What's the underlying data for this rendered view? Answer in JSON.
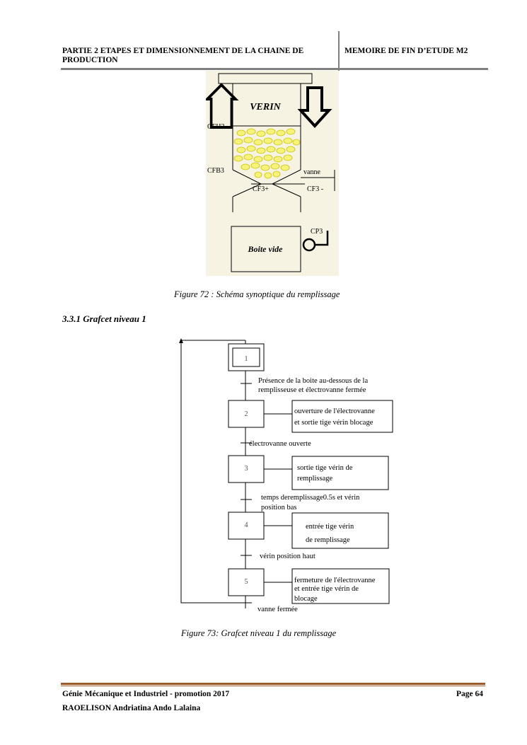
{
  "header": {
    "left_title": "PARTIE 2 ETAPES ET DIMENSIONNEMENT DE LA CHAINE DE PRODUCTION",
    "right_title": "MEMOIRE DE FIN D’ETUDE M2"
  },
  "figure72": {
    "labels": {
      "verin": "VERIN",
      "cfh3": "CFH3",
      "cfb3": "CFB3",
      "vanne": "vanne",
      "cf3_plus": "CF3+",
      "cf3_minus": "CF3 -",
      "cp3": "CP3",
      "boite_vide": "Boite vide"
    },
    "caption": "Figure 72 : Schéma synoptique du remplissage"
  },
  "section_title": "3.3.1 Grafcet niveau 1",
  "figure73": {
    "steps": [
      "1",
      "2",
      "3",
      "4",
      "5"
    ],
    "transitions": {
      "t1_line1": "Présence de la boite au-dessous de la",
      "t1_line2": "remplisseuse et électrovanne fermée",
      "t2": "électrovanne ouverte",
      "t3_line1": "temps deremplissage0.5s et vérin",
      "t3_line2": "position bas",
      "t4": "vérin position  haut",
      "t5": "vanne fermée"
    },
    "actions": {
      "a2_line1": "ouverture de l'électrovanne",
      "a2_line2": "et sortie tige vérin blocage",
      "a3_line1": "sortie tige vérin de",
      "a3_line2": "remplissage",
      "a4_line1": "entrée tige vérin",
      "a4_line2": "de remplissage",
      "a5_line1": "fermeture de l'électrovanne",
      "a5_line2": "et entrée tige vérin de",
      "a5_line3": "blocage"
    },
    "caption": "Figure 73: Grafcet niveau 1 du remplissage"
  },
  "footer": {
    "left": "Génie Mécanique et Industriel - promotion 2017",
    "right": "Page 64",
    "author": "RAOELISON Andriatina Ando Lalaina"
  }
}
